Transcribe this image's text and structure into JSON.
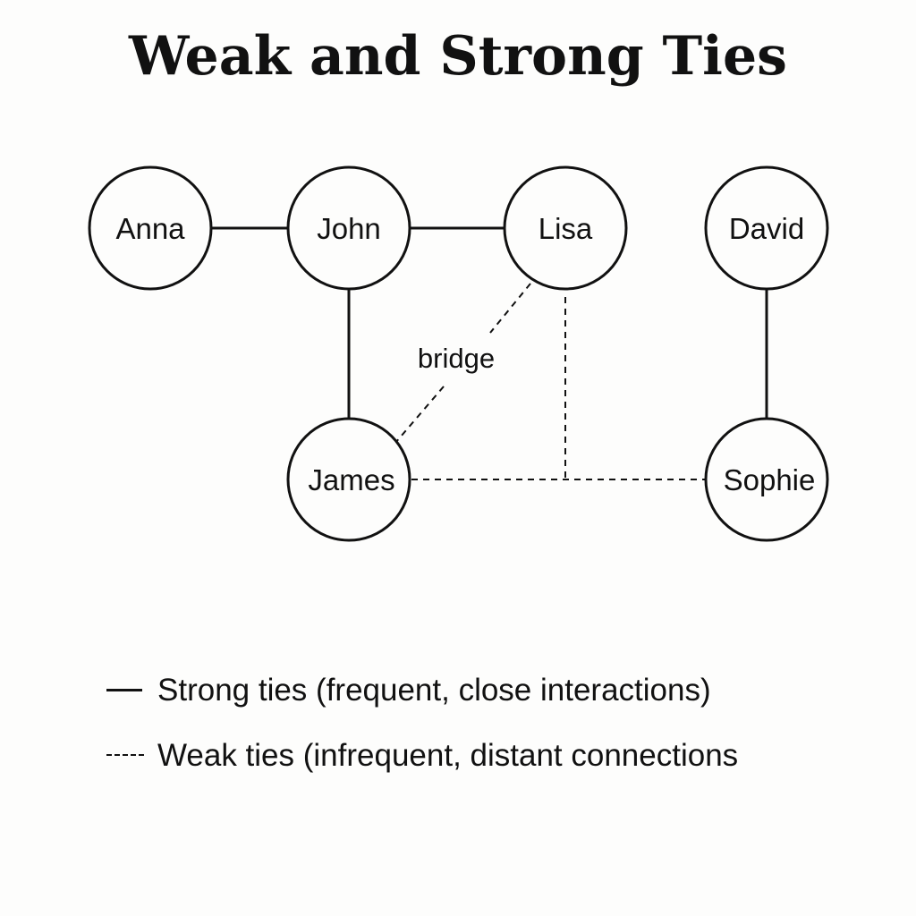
{
  "title": "Weak and Strong Ties",
  "nodes": {
    "anna": "Anna",
    "john": "John",
    "lisa": "Lisa",
    "david": "David",
    "james": "James",
    "sophie": "Sophie"
  },
  "edges": [
    {
      "from": "anna",
      "to": "john",
      "type": "strong"
    },
    {
      "from": "john",
      "to": "lisa",
      "type": "strong"
    },
    {
      "from": "john",
      "to": "james",
      "type": "strong"
    },
    {
      "from": "david",
      "to": "sophie",
      "type": "strong"
    },
    {
      "from": "lisa",
      "to": "james",
      "type": "weak",
      "label": "bridge"
    },
    {
      "from": "james",
      "to": "sophie",
      "type": "weak"
    },
    {
      "from": "lisa",
      "to": "sophie",
      "type": "weak"
    }
  ],
  "bridge_label": "bridge",
  "legend": {
    "strong": "Strong ties (frequent, close interactions)",
    "weak": "Weak ties (infrequent, distant connections"
  },
  "colors": {
    "ink": "#111111",
    "background": "#fdfdfc"
  }
}
